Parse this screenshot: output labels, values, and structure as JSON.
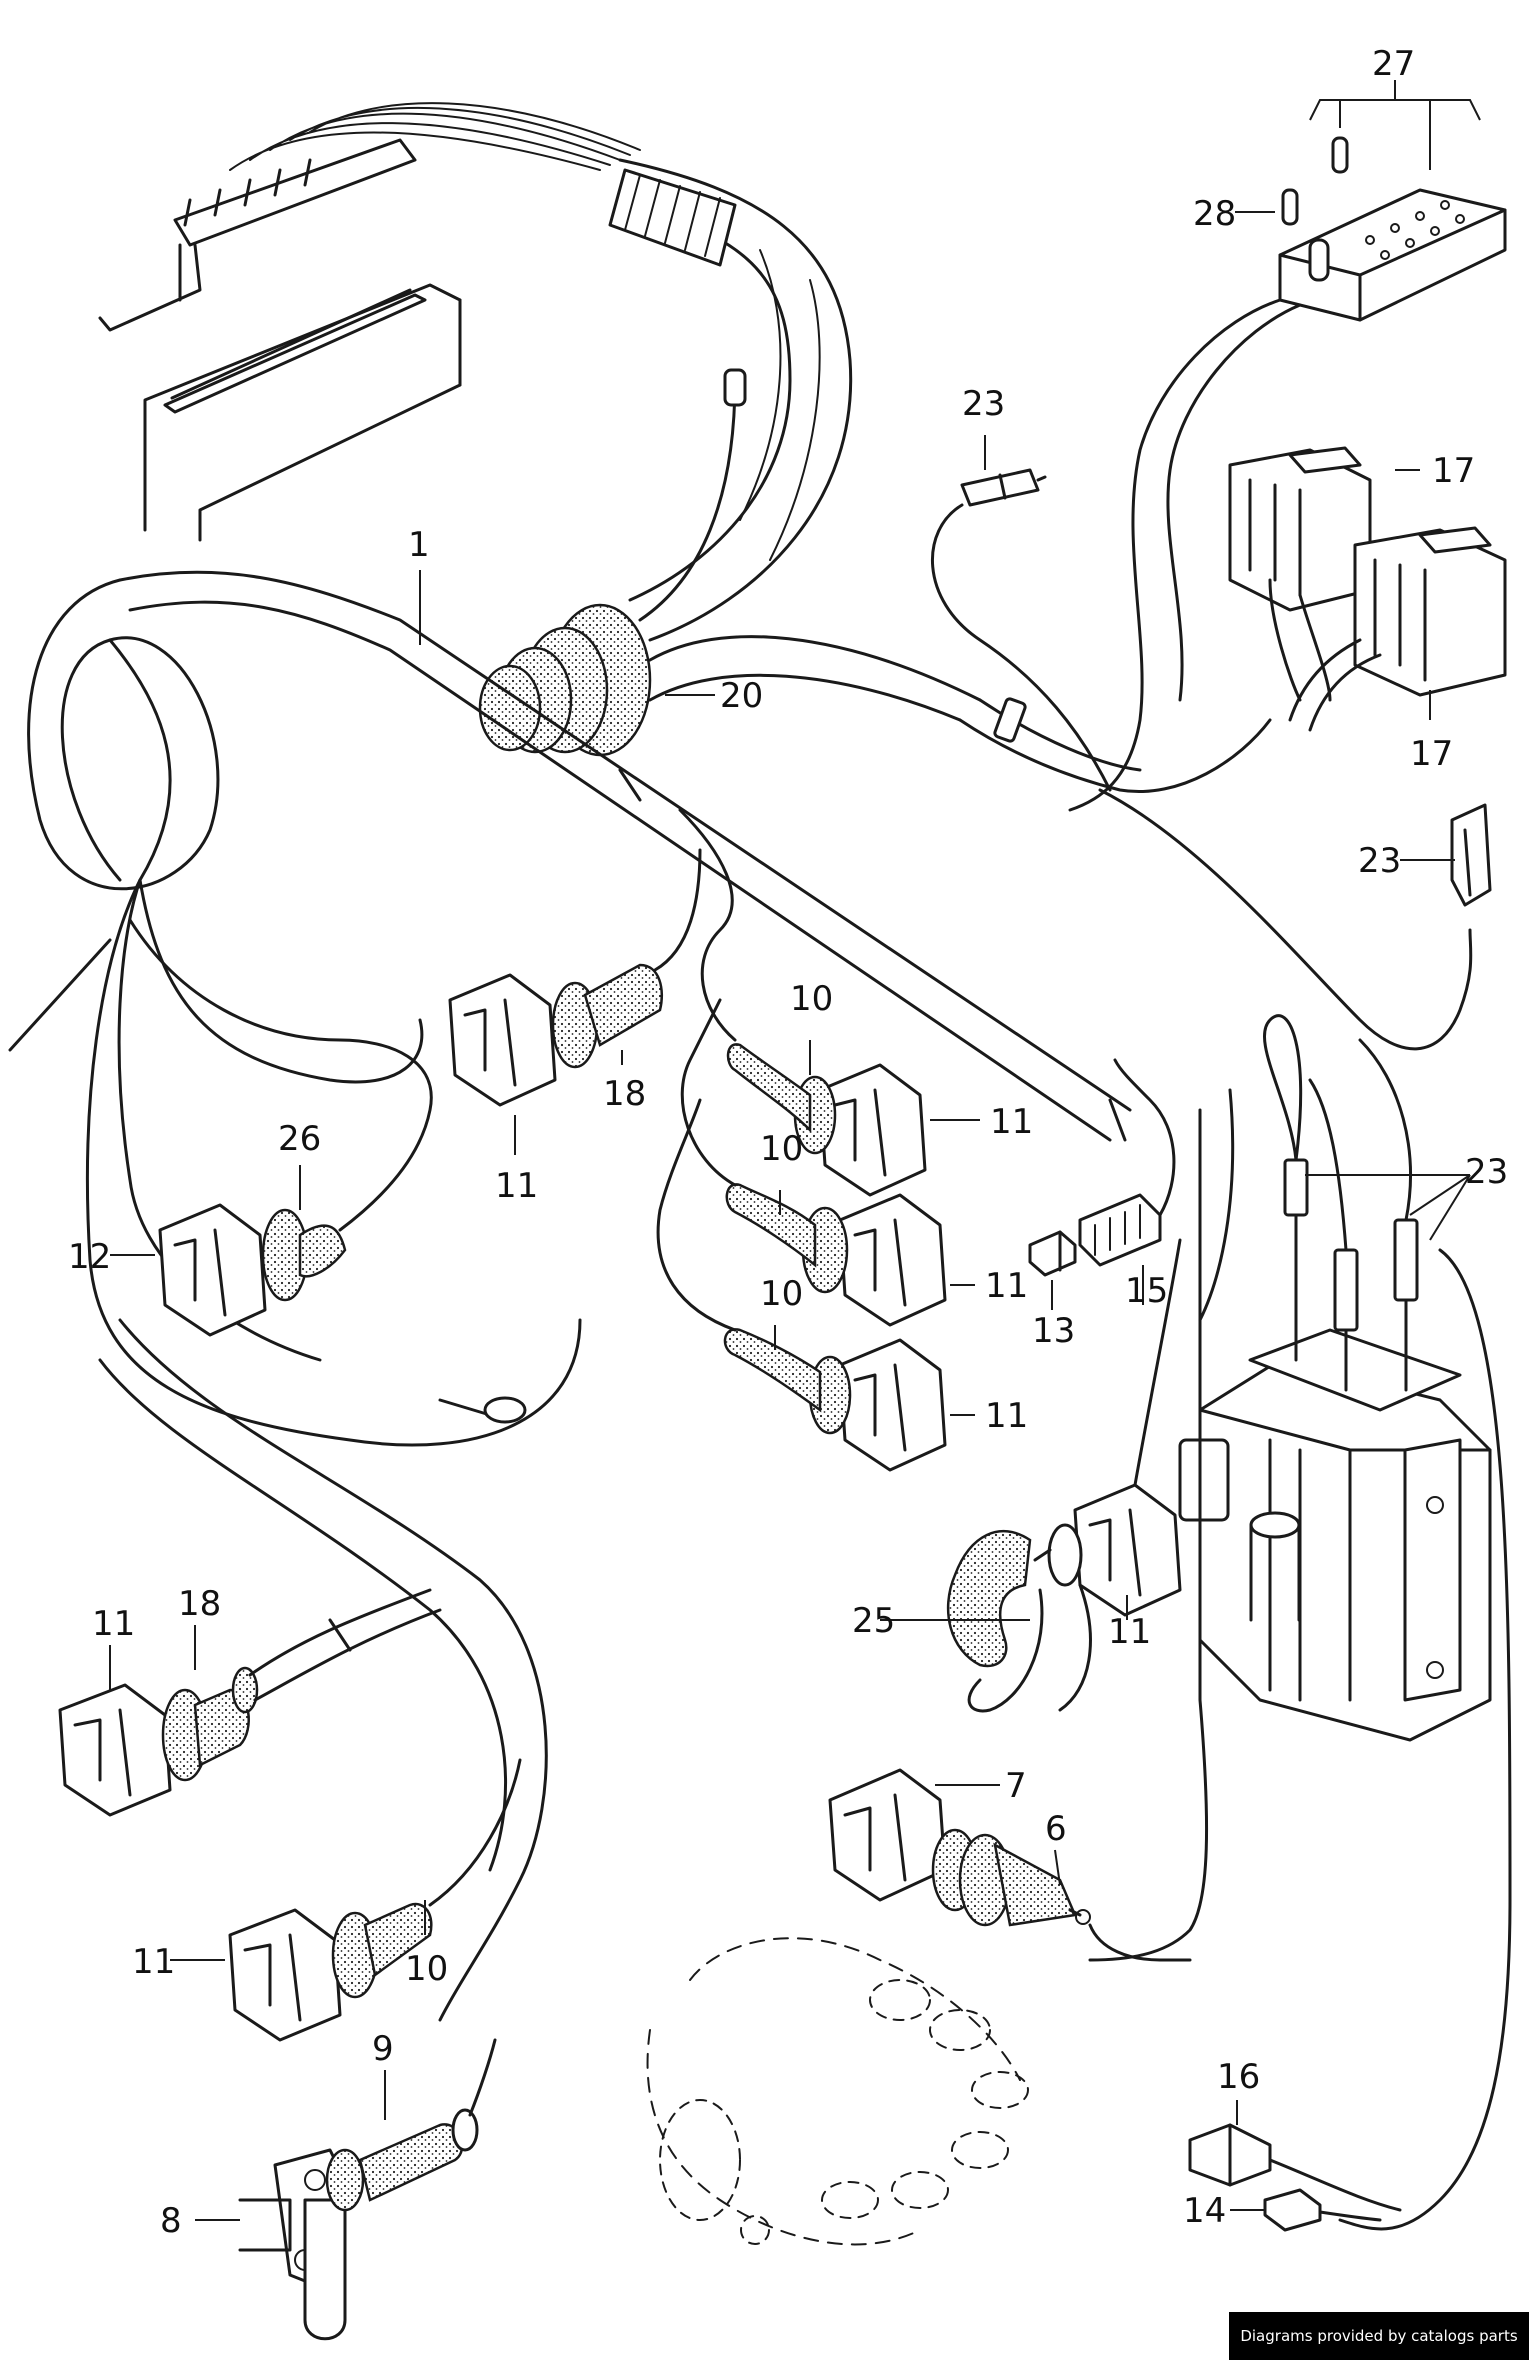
{
  "labels": {
    "l1": "1",
    "l6": "6",
    "l7": "7",
    "l8": "8",
    "l9": "9",
    "l10a": "10",
    "l10b": "10",
    "l10c": "10",
    "l10d": "10",
    "l11a": "11",
    "l11b": "11",
    "l11c": "11",
    "l11d": "11",
    "l11e": "11",
    "l11f": "11",
    "l11g": "11",
    "l12": "12",
    "l13": "13",
    "l14": "14",
    "l15": "15",
    "l16": "16",
    "l17a": "17",
    "l17b": "17",
    "l18a": "18",
    "l18b": "18",
    "l20": "20",
    "l23a": "23",
    "l23b": "23",
    "l23c": "23",
    "l25": "25",
    "l26": "26",
    "l27": "27",
    "l28": "28"
  },
  "watermark": "Diagrams provided by catalogs parts"
}
